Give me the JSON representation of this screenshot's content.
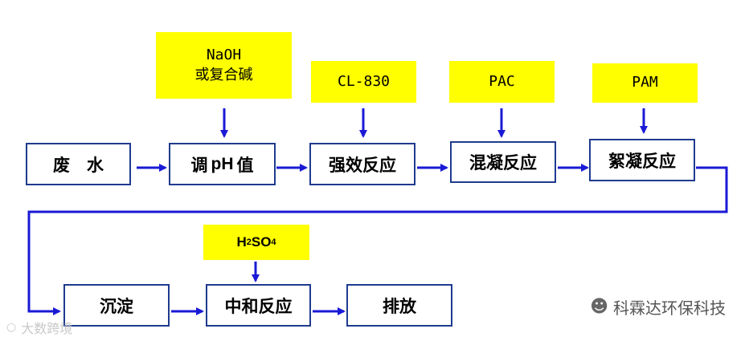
{
  "nodes": {
    "wastewater": "废　水",
    "ph_adjust_prefix": "调",
    "ph_adjust_ph": "pH",
    "ph_adjust_suffix": "值",
    "strong_reaction": "强效反应",
    "mixing": "混凝反应",
    "flocculation": "絮凝反应",
    "settling": "沉淀",
    "neutralization": "中和反应",
    "discharge": "排放"
  },
  "reagents": {
    "naoh_line1": "NaOH",
    "naoh_line2": "或复合碱",
    "cl830": "CL-830",
    "pac": "PAC",
    "pam": "PAM",
    "acid_main": "H",
    "acid_sub1": "2",
    "acid_mid": "SO",
    "acid_sub2": "4"
  },
  "watermarks": {
    "brand": "科霖达环保科技",
    "corner": "大数跨境"
  },
  "colors": {
    "arrow": "#1a1ad6",
    "box_border": "#1f3b8f",
    "highlight": "#ffff00"
  }
}
